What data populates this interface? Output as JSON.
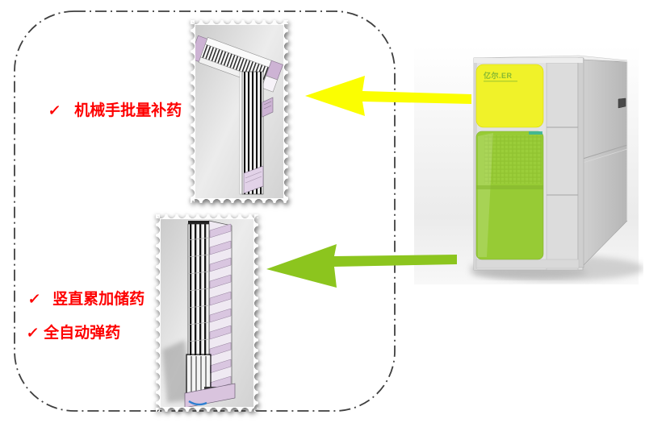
{
  "slide": {
    "description": "Product feature slide: automatic medicine dispensing cabinet with two zoomed detail photos and callout arrows",
    "background": "#ffffff"
  },
  "colors": {
    "label_red": "#fe0000",
    "frame_dark": "#3f3f3f",
    "arrow_yellow": "#fbfe01",
    "arrow_green": "#8cc51e",
    "stamp_white": "#fdfdfd",
    "lavender": "#cdb3d4",
    "lavender_light": "#e2d2e8",
    "machine_yellow": "#f0f229",
    "machine_green": "#97cb35",
    "brand_green": "#86b832",
    "steel_blue": "#2e7fd0"
  },
  "features": {
    "refill": {
      "check": "✓",
      "label": "机械手批量补药"
    },
    "storage": {
      "check": "✓",
      "label": "竖直累加储药"
    },
    "dispense": {
      "check": "✓",
      "label": "全自动弹药"
    }
  },
  "machine": {
    "brand_logo": "亿尔.ER"
  },
  "figures": {
    "stamp_top": "robotic-arm-batch-refill-module-detail",
    "stamp_bottom": "vertical-stacked-storage-column-detail",
    "machine_photo": "medicine-dispenser-cabinet"
  }
}
